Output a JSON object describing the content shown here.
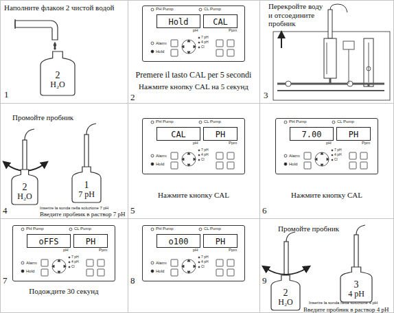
{
  "diagram": {
    "nodes": [
      {
        "text": [
          "Наполните флакон 2 чистой водой",
          "1"
        ]
      },
      {
        "text": [
          "2",
          "H₂O"
        ],
        "in": 0
      },
      {
        "text": [
          "Premere il tasto CAL per 5 secondi",
          "Нажмите кнопку CAL на 5 секунд",
          "2"
        ]
      },
      {
        "text": [
          "PH Pump",
          "CL Pump",
          "pH",
          "Ppm",
          "Alarm",
          "Hold",
          "7 pH",
          "4 pH",
          "Cl"
        ],
        "in": 2
      },
      {
        "text": [
          "Hold"
        ],
        "in": 3
      },
      {
        "text": [
          "CAL"
        ],
        "in": 3
      },
      {
        "text": [
          "Перекройте воду и отсоедините пробник",
          "3"
        ]
      },
      {
        "text": [
          "Промойте пробник",
          "Inserire la sonda nella soluzione 7 pH",
          "Введите пробник в раствор 7 pH",
          "4"
        ]
      },
      {
        "text": [
          "2",
          "H₂O"
        ],
        "in": 7
      },
      {
        "text": [
          "1",
          "7 pH"
        ],
        "in": 7
      },
      {
        "text": [
          "Нажмите кнопку CAL",
          "5"
        ]
      },
      {
        "text": [
          "PH Pump",
          "CL Pump",
          "pH",
          "Ppm",
          "Alarm",
          "Hold",
          "7 pH",
          "4 pH",
          "Cl"
        ],
        "in": 10
      },
      {
        "text": [
          "CAL"
        ],
        "in": 11
      },
      {
        "text": [
          "PH"
        ],
        "in": 11
      },
      {
        "text": [
          "Нажмите кнопку CAL",
          "6"
        ]
      },
      {
        "text": [
          "PH Pump",
          "CL Pump",
          "pH",
          "Ppm",
          "Alarm",
          "Hold",
          "7 pH",
          "4 pH",
          "Cl"
        ],
        "in": 14
      },
      {
        "text": [
          "7.00"
        ],
        "in": 15
      },
      {
        "text": [
          "PH"
        ],
        "in": 15
      },
      {
        "text": [
          "Подождите 30 секунд",
          "7"
        ]
      },
      {
        "text": [
          "PH Pump",
          "CL Pump",
          "pH",
          "Ppm",
          "Alarm",
          "Hold",
          "7 pH",
          "4 pH",
          "Cl"
        ],
        "in": 18
      },
      {
        "text": [
          "oFFS"
        ],
        "in": 19
      },
      {
        "text": [
          "PH"
        ],
        "in": 19
      },
      {
        "text": [
          "8"
        ]
      },
      {
        "text": [
          "PH Pump",
          "CL Pump",
          "pH",
          "Ppm",
          "Alarm",
          "Hold",
          "7 pH",
          "4 pH",
          "Cl"
        ],
        "in": 22
      },
      {
        "text": [
          "o100"
        ],
        "in": 23
      },
      {
        "text": [
          "PH"
        ],
        "in": 23
      },
      {
        "text": [
          "Промойте пробник",
          "Inserire la sonda nella soluzione 4 pH",
          "Введите пробник в раствор 4 pH",
          "9"
        ]
      },
      {
        "text": [
          "2",
          "H₂O"
        ],
        "in": 26
      },
      {
        "text": [
          "3",
          "4 pH"
        ],
        "in": 26
      }
    ]
  }
}
